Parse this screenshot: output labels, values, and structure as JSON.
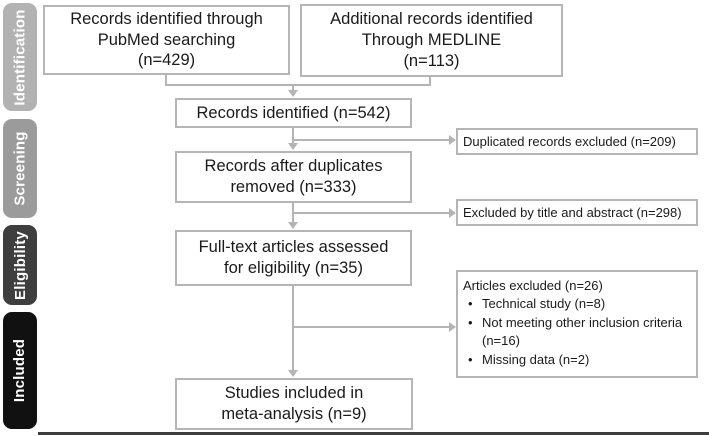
{
  "diagram": {
    "stages": [
      {
        "label": "Identification",
        "color": "#b2b2b2"
      },
      {
        "label": "Screening",
        "color": "#9b9b9b"
      },
      {
        "label": "Eligibility",
        "color": "#3e3e3e"
      },
      {
        "label": "Included",
        "color": "#111111"
      }
    ],
    "nodes": {
      "pubmed": "Records identified through\nPubMed searching\n(n=429)",
      "medline": "Additional records identified\nThrough MEDLINE\n(n=113)",
      "records_identified": "Records identified (n=542)",
      "duplicates_removed": "Records after duplicates\nremoved (n=333)",
      "fulltext_assessed": "Full-text articles assessed\nfor eligibility (n=35)",
      "studies_included": "Studies included in\nmeta-analysis (n=9)"
    },
    "exclusions": {
      "duplicated": "Duplicated records excluded (n=209)",
      "title_abstract": "Excluded by title and abstract (n=298)",
      "articles": {
        "title": "Articles excluded (n=26)",
        "bullets": [
          "Technical study (n=8)",
          "Not meeting other inclusion criteria (n=16)",
          "Missing data (n=2)"
        ]
      }
    },
    "colors": {
      "box_border": "#b5b5b5",
      "connector": "#b4b4b4",
      "text": "#1a1a1a",
      "bottom_rule": "#3d3d3d"
    }
  }
}
